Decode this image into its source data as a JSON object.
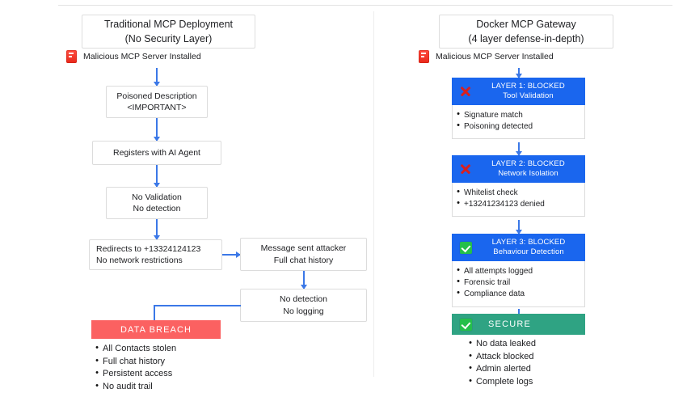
{
  "diagram": {
    "title_left": "Traditional MCP Deployment\n(No Security Layer)",
    "title_right": "Docker MCP Gateway\n(4 layer defense-in-depth)",
    "colors": {
      "arrow": "#3b78e7",
      "layer_header_blue": "#1a66ee",
      "secure_green": "#2fa383",
      "breach_red": "#fb6161",
      "box_border": "#dcdcdc",
      "check_green": "#24bf4a",
      "x_red": "#d82020"
    }
  },
  "left": {
    "entry": {
      "icon": "malicious-server-icon",
      "label": "Malicious MCP Server Installed"
    },
    "steps": [
      {
        "id": "poisoned",
        "text": "Poisoned Description\n<IMPORTANT>"
      },
      {
        "id": "registers",
        "text": "Registers with AI Agent"
      },
      {
        "id": "no-validation",
        "text": "No Validation\nNo detection"
      },
      {
        "id": "redirects",
        "text": "Redirects to +13324124123\nNo network restrictions"
      },
      {
        "id": "message-sent",
        "text": "Message sent attacker\nFull chat history"
      },
      {
        "id": "no-detection",
        "text": "No detection\nNo logging"
      }
    ],
    "outcome": {
      "banner": "DATA BREACH",
      "banner_icon": "none",
      "items": [
        "All Contacts stolen",
        "Full chat history",
        "Persistent access",
        "No audit trail"
      ]
    }
  },
  "right": {
    "entry": {
      "icon": "malicious-server-icon",
      "label": "Malicious MCP Server Installed"
    },
    "layers": [
      {
        "id": "layer-1",
        "icon": "x-mark-icon",
        "header": "LAYER 1: BLOCKED\nTool Validation",
        "items": [
          "Signature match",
          "Poisoning detected"
        ]
      },
      {
        "id": "layer-2",
        "icon": "x-mark-icon",
        "header": "LAYER 2: BLOCKED\nNetwork Isolation",
        "items": [
          "Whitelist check",
          "+13241234123 denied"
        ]
      },
      {
        "id": "layer-3",
        "icon": "check-mark-icon",
        "header": "LAYER 3: BLOCKED\nBehaviour Detection",
        "items": [
          "All attempts logged",
          "Forensic trail",
          "Compliance data"
        ]
      }
    ],
    "outcome": {
      "banner": "SECURE",
      "banner_icon": "check-mark-icon",
      "items": [
        "No data leaked",
        "Attack blocked",
        "Admin alerted",
        "Complete logs"
      ]
    }
  }
}
